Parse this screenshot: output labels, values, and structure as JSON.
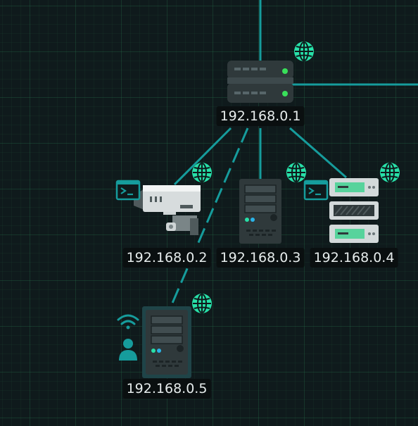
{
  "colors": {
    "link": "#169c9c",
    "accent": "#27e0a8",
    "label_bg": "#0a0f10",
    "label_text": "#e6ecec",
    "device_dark": "#2f393b",
    "device_mid": "#3d494c"
  },
  "network": {
    "router": {
      "ip": "192.168.0.1",
      "icons": [
        "globe-icon"
      ]
    },
    "nodes": [
      {
        "id": "camera",
        "ip": "192.168.0.2",
        "icons": [
          "globe-icon",
          "terminal-icon"
        ]
      },
      {
        "id": "tower-1",
        "ip": "192.168.0.3",
        "icons": [
          "globe-icon"
        ]
      },
      {
        "id": "rack-server",
        "ip": "192.168.0.4",
        "icons": [
          "globe-icon",
          "terminal-icon"
        ]
      },
      {
        "id": "tower-2",
        "ip": "192.168.0.5",
        "icons": [
          "globe-icon",
          "wifi-icon",
          "user-icon"
        ]
      }
    ]
  }
}
